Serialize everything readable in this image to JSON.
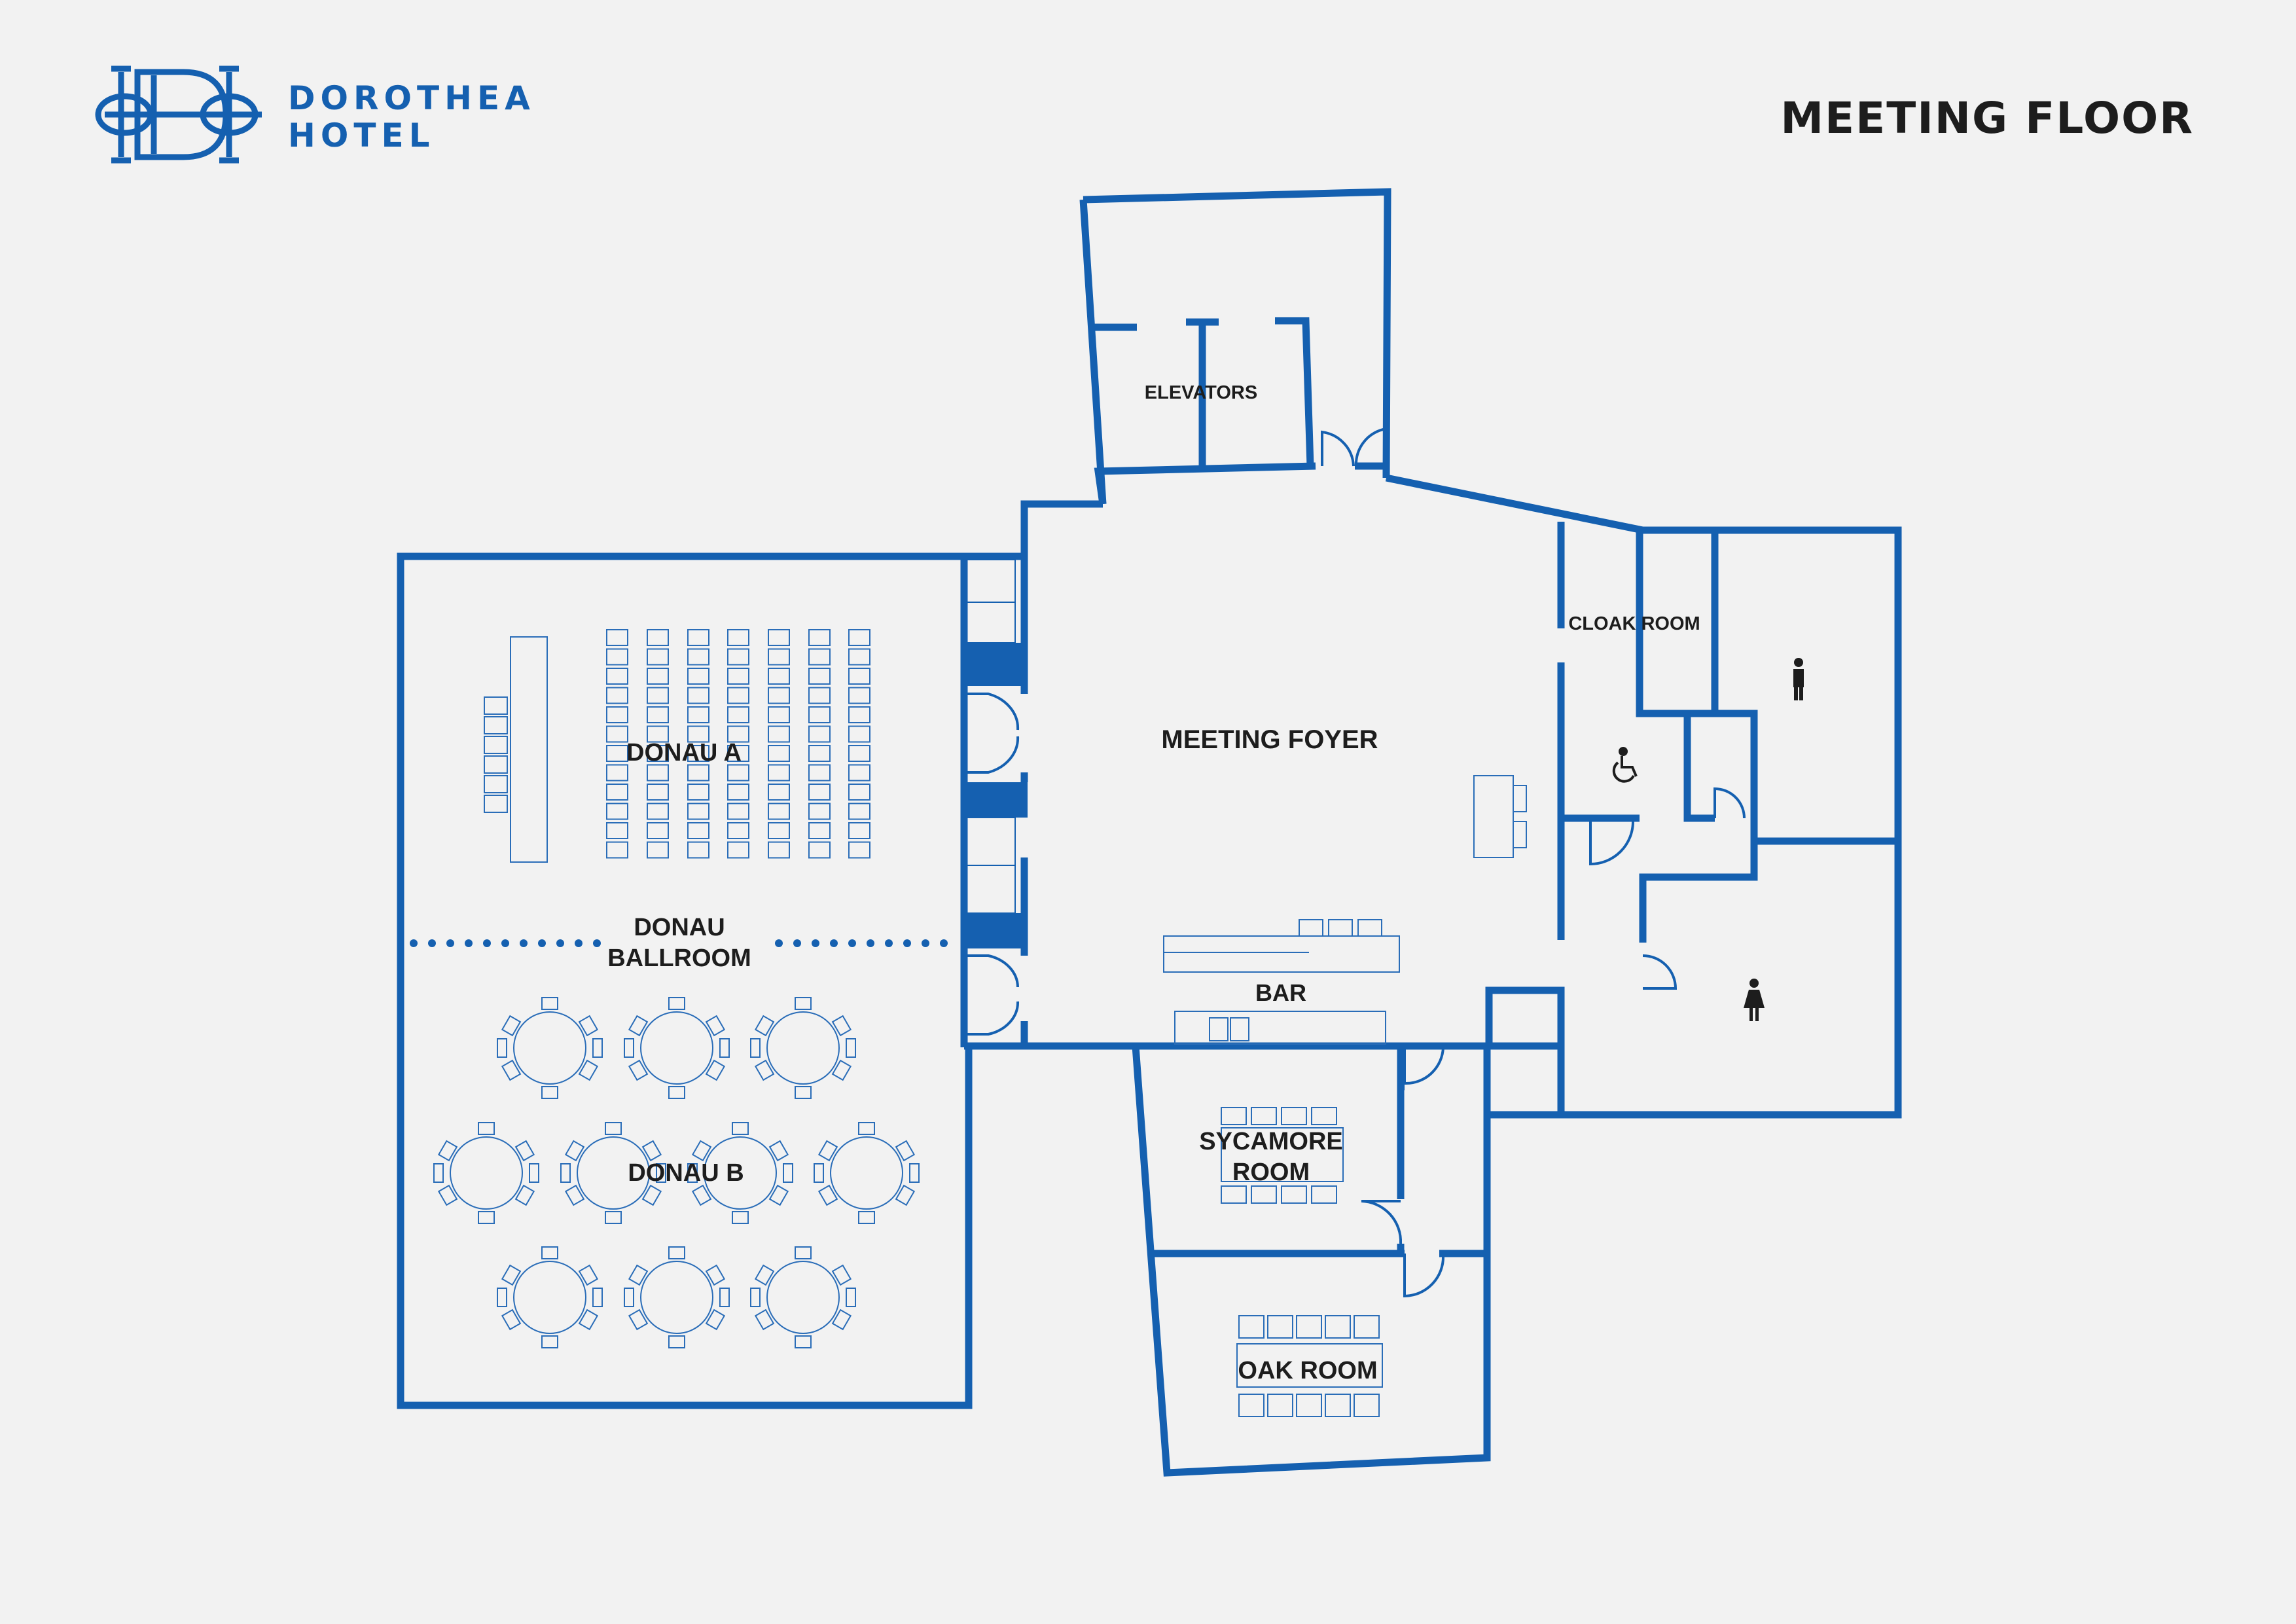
{
  "brand": {
    "line1": "DOROTHEA",
    "line2": "HOTEL",
    "monogram": "interlaced-DH-monogram"
  },
  "page_title": "MEETING FLOOR",
  "colors": {
    "wall": "#1560b0",
    "furniture": "#2a6db8",
    "background": "#f2f2f2",
    "text": "#1d1d1d"
  },
  "rooms": {
    "elevators": "ELEVATORS",
    "meeting_foyer": "MEETING FOYER",
    "cloak_room": "CLOAK ROOM",
    "donau_a": "DONAU A",
    "donau_ballroom_1": "DONAU",
    "donau_ballroom_2": "BALLROOM",
    "donau_b": "DONAU B",
    "bar": "BAR",
    "sycamore_1": "SYCAMORE",
    "sycamore_2": "ROOM",
    "oak_room": "OAK ROOM"
  },
  "icons": {
    "mens_restroom": "man-icon",
    "womens_restroom": "woman-icon",
    "accessible_restroom": "wheelchair-icon"
  }
}
